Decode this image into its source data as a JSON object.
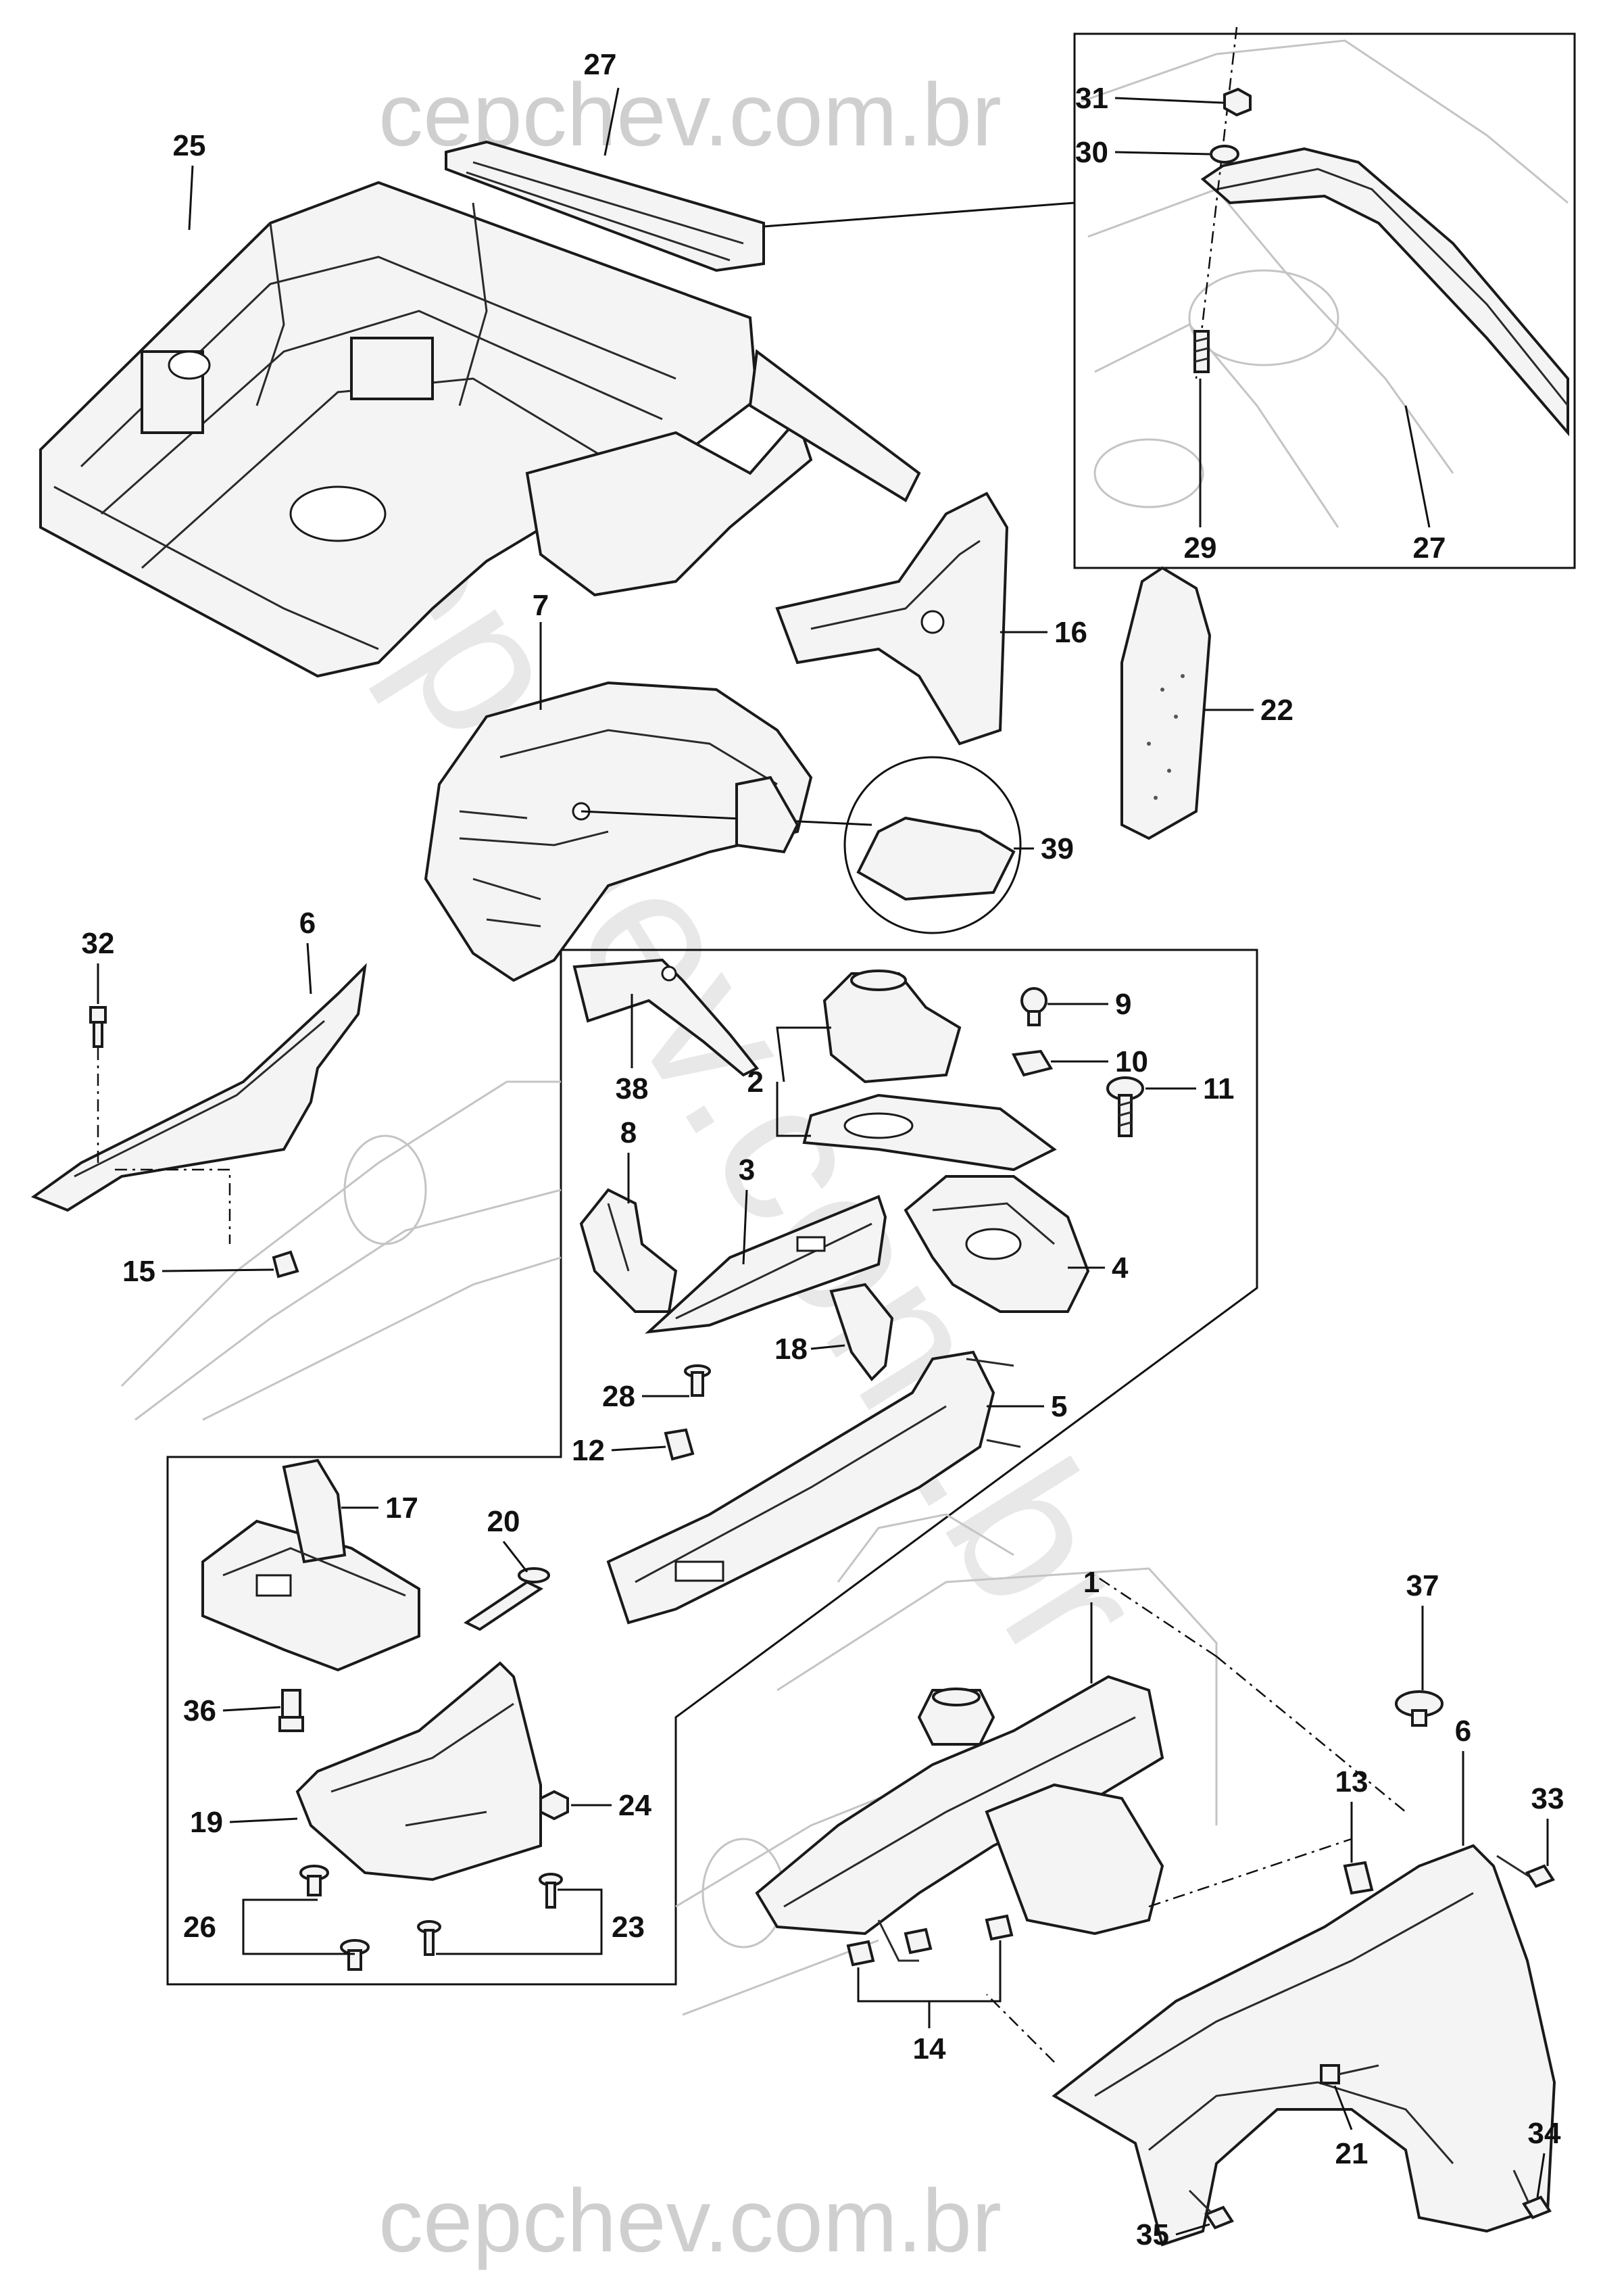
{
  "watermark": {
    "top": "cepchev.com.br",
    "bottom": "cepchev.com.br",
    "diagonal": "cepchev.com.br"
  },
  "callouts": {
    "c1": "1",
    "c2": "2",
    "c3": "3",
    "c4": "4",
    "c5": "5",
    "c6a": "6",
    "c6b": "6",
    "c7": "7",
    "c8": "8",
    "c9": "9",
    "c10": "10",
    "c11": "11",
    "c12": "12",
    "c13": "13",
    "c14": "14",
    "c15": "15",
    "c16": "16",
    "c17": "17",
    "c18": "18",
    "c19": "19",
    "c20": "20",
    "c21": "21",
    "c22": "22",
    "c23": "23",
    "c24": "24",
    "c25": "25",
    "c26": "26",
    "c27a": "27",
    "c27b": "27",
    "c28": "28",
    "c29": "29",
    "c30": "30",
    "c31": "31",
    "c32": "32",
    "c33": "33",
    "c34": "34",
    "c35": "35",
    "c36": "36",
    "c37": "37",
    "c38": "38",
    "c39": "39"
  },
  "colors": {
    "line": "#111111",
    "ghost": "#c4c4c4",
    "watermark": "#cfcfcf",
    "background": "#ffffff"
  }
}
